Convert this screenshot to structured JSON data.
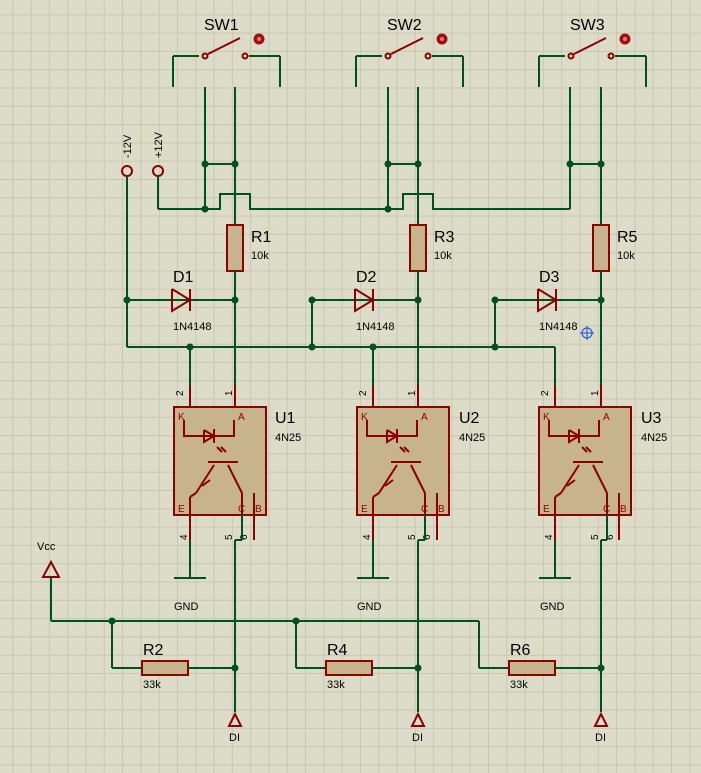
{
  "switches": [
    {
      "ref": "SW1"
    },
    {
      "ref": "SW2"
    },
    {
      "ref": "SW3"
    }
  ],
  "supplies": {
    "neg": "-12V",
    "pos": "+12V",
    "vcc": "Vcc",
    "gnd": "GND",
    "di": "DI"
  },
  "channels": [
    {
      "led_res": {
        "ref": "R1",
        "value": "10k"
      },
      "diode": {
        "ref": "D1",
        "value": "1N4148"
      },
      "opto": {
        "ref": "U1",
        "value": "4N25"
      },
      "pull_res": {
        "ref": "R2",
        "value": "33k"
      }
    },
    {
      "led_res": {
        "ref": "R3",
        "value": "10k"
      },
      "diode": {
        "ref": "D2",
        "value": "1N4148"
      },
      "opto": {
        "ref": "U2",
        "value": "4N25"
      },
      "pull_res": {
        "ref": "R4",
        "value": "33k"
      }
    },
    {
      "led_res": {
        "ref": "R5",
        "value": "10k"
      },
      "diode": {
        "ref": "D3",
        "value": "1N4148"
      },
      "opto": {
        "ref": "U3",
        "value": "4N25"
      },
      "pull_res": {
        "ref": "R6",
        "value": "33k"
      }
    }
  ],
  "opto_pins": {
    "k": "K",
    "a": "A",
    "e": "E",
    "c": "C",
    "b": "B",
    "p1": "1",
    "p2": "2",
    "p4": "4",
    "p5": "5",
    "p6": "6"
  },
  "colors": {
    "wire": "#00501e",
    "component": "#8b0000",
    "component_fill": "#c8b48c",
    "background": "#dcdcc8"
  }
}
